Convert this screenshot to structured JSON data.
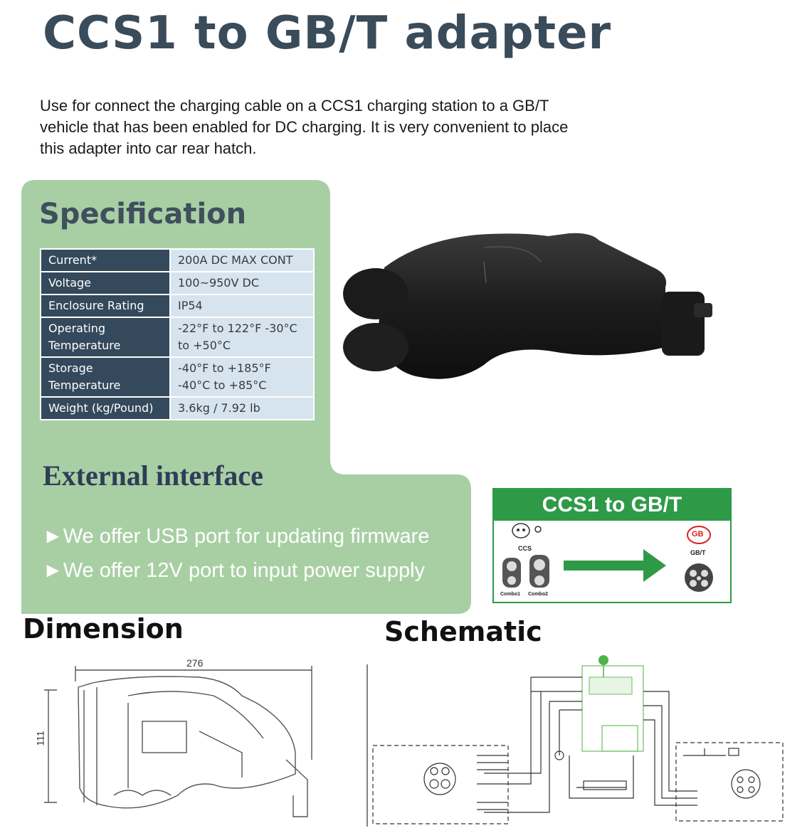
{
  "title": "CCS1 to GB/T adapter",
  "intro": "Use for connect the charging cable on a CCS1 charging station to a GB/T vehicle that has been enabled for DC charging. It is very convenient to place this adapter into car rear hatch.",
  "specification": {
    "heading": "Specification",
    "rows": [
      {
        "label": "Current*",
        "value": "200A DC MAX CONT"
      },
      {
        "label": "Voltage",
        "value": "100~950V DC"
      },
      {
        "label": "Enclosure Rating",
        "value": "IP54"
      },
      {
        "label": "Operating Temperature",
        "value": "-22°F to 122°F -30°C to +50°C"
      },
      {
        "label": "Storage Temperature",
        "value": "-40°F to +185°F -40°C to +85°C"
      },
      {
        "label": "Weight (kg/Pound)",
        "value": "3.6kg / 7.92 lb"
      }
    ]
  },
  "external_interface": {
    "heading": "External interface",
    "bullets": [
      "►We offer USB port for updating firmware",
      "►We offer 12V port to input power supply"
    ]
  },
  "conversion_box": {
    "title": "CCS1 to GB/T",
    "ccs_label": "CCS",
    "combo1_label": "Combo1",
    "combo2_label": "Combo2",
    "gb_badge": "GB",
    "gbt_label": "GB/T"
  },
  "dimension": {
    "heading": "Dimension",
    "length": "276",
    "height": "111"
  },
  "schematic": {
    "heading": "Schematic"
  },
  "colors": {
    "panel_green": "#a8cfa4",
    "table_key": "#34495b",
    "table_value": "#d6e4ef",
    "box_green": "#2e9a48",
    "title_slate": "#3a4b5a"
  }
}
